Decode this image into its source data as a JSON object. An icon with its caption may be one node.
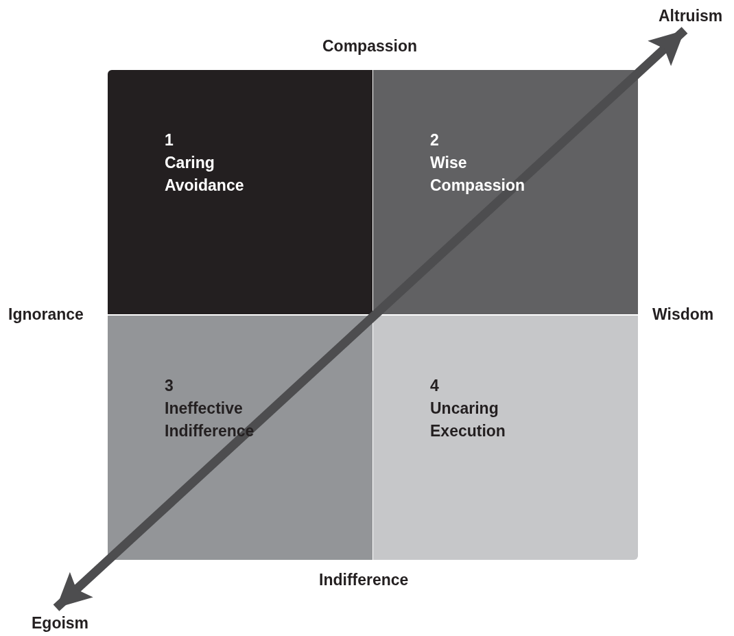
{
  "diagram": {
    "nodes": [
      {
        "text": [
          "1",
          "Caring Avoidance"
        ]
      },
      {
        "text": [
          "2",
          "Wise Compassion"
        ]
      },
      {
        "text": [
          "3",
          "Ineffective Indifference"
        ]
      },
      {
        "text": [
          "4",
          "Uncaring Execution"
        ]
      }
    ],
    "labels": [
      "Altruism",
      "Compassion",
      "Ignorance",
      "Wisdom",
      "Indifference",
      "Egoism"
    ]
  }
}
